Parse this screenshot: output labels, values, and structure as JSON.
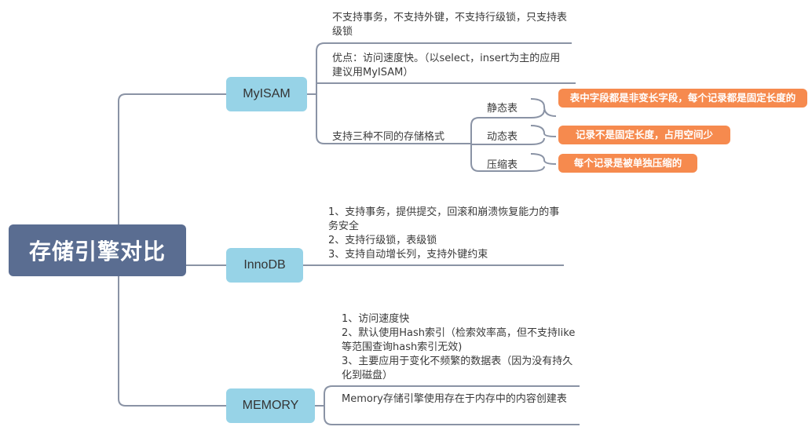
{
  "root": {
    "title": "存储引擎对比"
  },
  "branches": {
    "myisam": {
      "label": "MyISAM",
      "note1": "不支持事务，不支持外键，不支持行级锁，只支持表级锁",
      "note2": "优点：访问速度快。（以select，insert为主的应用建议用MyISAM）",
      "formats_label": "支持三种不同的存储格式",
      "formats": [
        {
          "label": "静态表",
          "detail": "表中字段都是非变长字段，每个记录都是固定长度的"
        },
        {
          "label": "动态表",
          "detail": "记录不是固定长度，占用空间少"
        },
        {
          "label": "压缩表",
          "detail": "每个记录是被单独压缩的"
        }
      ]
    },
    "innodb": {
      "label": "InnoDB",
      "notes": [
        "1、支持事务，提供提交，回滚和崩溃恢复能力的事务安全",
        "2、支持行级锁，表级锁",
        "3、支持自动增长列，支持外键约束"
      ]
    },
    "memory": {
      "label": "MEMORY",
      "notes": [
        "1、访问速度快",
        "2、默认使用Hash索引（检索效率高，但不支持like 等范围查询hash索引无效)",
        "3、主要应用于变化不频繁的数据表（因为没有持久化到磁盘）"
      ],
      "note2": "Memory存储引擎使用存在于内存中的内容创建表"
    }
  },
  "colors": {
    "root": "#5a6d91",
    "branch": "#97d3e7",
    "callout": "#f68a4e",
    "connector": "#8a93a5"
  }
}
